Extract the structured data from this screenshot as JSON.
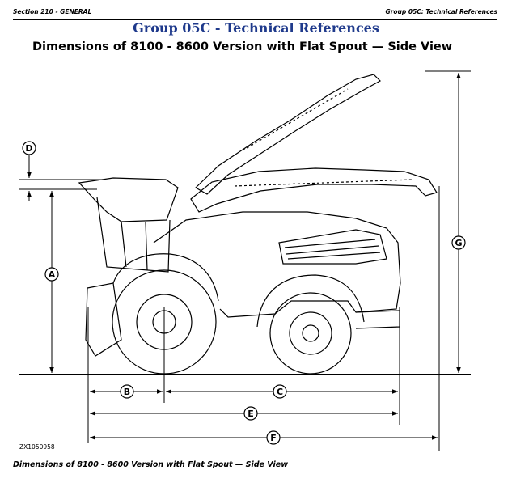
{
  "header": {
    "section": "Section 210 - GENERAL",
    "group": "Group 05C: Technical References"
  },
  "group_title": "Group 05C - Technical References",
  "title": "Dimensions of 8100 - 8600 Version with Flat Spout — Side View",
  "figure_id": "ZX1050958",
  "caption": "Dimensions of 8100 - 8600 Version with Flat Spout — Side View",
  "dimension_labels": {
    "a": "A",
    "b": "B",
    "c": "C",
    "d": "D",
    "e": "E",
    "f": "F",
    "g": "G"
  }
}
